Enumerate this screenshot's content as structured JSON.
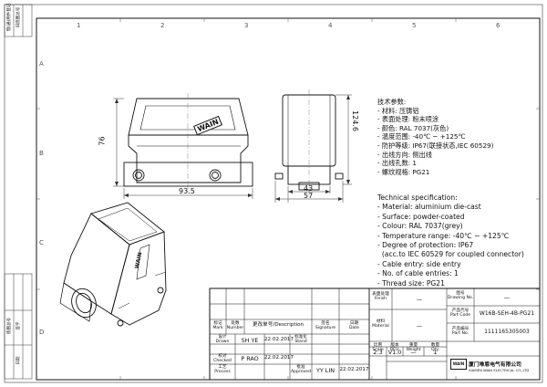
{
  "frame": {
    "column_numbers": [
      "1",
      "2",
      "3",
      "4",
      "5",
      "6"
    ],
    "row_letters": [
      "A",
      "B",
      "C",
      "D"
    ],
    "side_labels": [
      "借(通)用件登记",
      "旧底图总号",
      "底图总号",
      "签字",
      "日期"
    ]
  },
  "dimensions": {
    "height_front": "76",
    "width_front": "93.5",
    "height_side": "124.6",
    "width_side_1": "43",
    "width_side_2": "57"
  },
  "front_logo": "WAIN",
  "iso_logo": "WAIN",
  "specs_cn": {
    "heading": "技术参数:",
    "items": [
      "- 材料: 压铸铝",
      "- 表面处理: 粉末喷涂",
      "- 颜色: RAL 7037(灰色)",
      "- 温度范围: -40℃ ~ +125℃",
      "- 防护等级: IP67(联接状态,IEC 60529)",
      "- 出线方向: 侧出线",
      "- 出线孔数: 1",
      "- 螺纹规格: PG21"
    ]
  },
  "specs_en": {
    "heading": "Technical specification:",
    "items": [
      "- Material: aluminium die-cast",
      "- Surface: powder-coated",
      "- Colour: RAL 7037(grey)",
      "- Temperature range: -40℃ ~ +125℃",
      "- Degree of protection: IP67",
      "  (acc.to IEC 60529 for coupled connector)",
      "- Cable entry: side entry",
      "- No. of cable entries: 1",
      "- Thread size: PG21"
    ]
  },
  "title_block": {
    "finish_label": "表面处理\nFinish",
    "finish_value": "—",
    "material_label": "材料\nMaterial",
    "material_value": "—",
    "drawing_no_label": "图号\nDrawing No.",
    "drawing_no_value": "—",
    "part_code_label": "产品代号\nPart Code",
    "part_code_value": "W16B-SEH-4B-PG21",
    "part_no_label": "产品编号\nPart No.",
    "part_no_value": "1111165305003",
    "headers": {
      "mark": "标记\nMark",
      "number": "处数\nNumber",
      "description": "更改单号/Description",
      "signature": "签名\nSignature",
      "date": "日期\nDate"
    },
    "drawn_label": "设计\nDrawn",
    "drawn_name": "SH YE",
    "drawn_date": "22.02.2017",
    "checked_label": "校对\nChecked",
    "checked_name": "P RAO",
    "checked_date": "22.02.2017",
    "process_label": "工艺\nProcess",
    "std_label": "标准化\nStand",
    "approved_label": "批准\nApproved",
    "approved_name": "YY LIN",
    "approved_date": "22.02.2017",
    "scale_label": "比例\nScale",
    "scale_value": "2:3",
    "rev_label": "版本\nREV.",
    "rev_value": "V1.0",
    "weight_label": "重量\nWeight",
    "weight_value": "—",
    "qty_label": "数量\nQty.",
    "qty_value": "1",
    "company_cn": "厦门唯恩电气有限公司",
    "company_en": "XIAMEN WAIN ELECTRICAL CO.,LTD",
    "company_logo": "WAIN"
  }
}
